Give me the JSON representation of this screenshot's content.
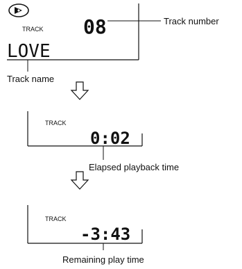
{
  "panels": [
    {
      "indicator": "TRACK",
      "track_number": "08",
      "track_name": "LOVE",
      "callouts": {
        "number": "Track number",
        "name": "Track name"
      }
    },
    {
      "indicator": "TRACK",
      "time": "0:02",
      "caption": "Elapsed playback time"
    },
    {
      "indicator": "TRACK",
      "time": "-3:43",
      "caption": "Remaining play time"
    }
  ],
  "icons": [
    "disc-icon",
    "down-arrow-icon",
    "down-arrow-icon"
  ]
}
